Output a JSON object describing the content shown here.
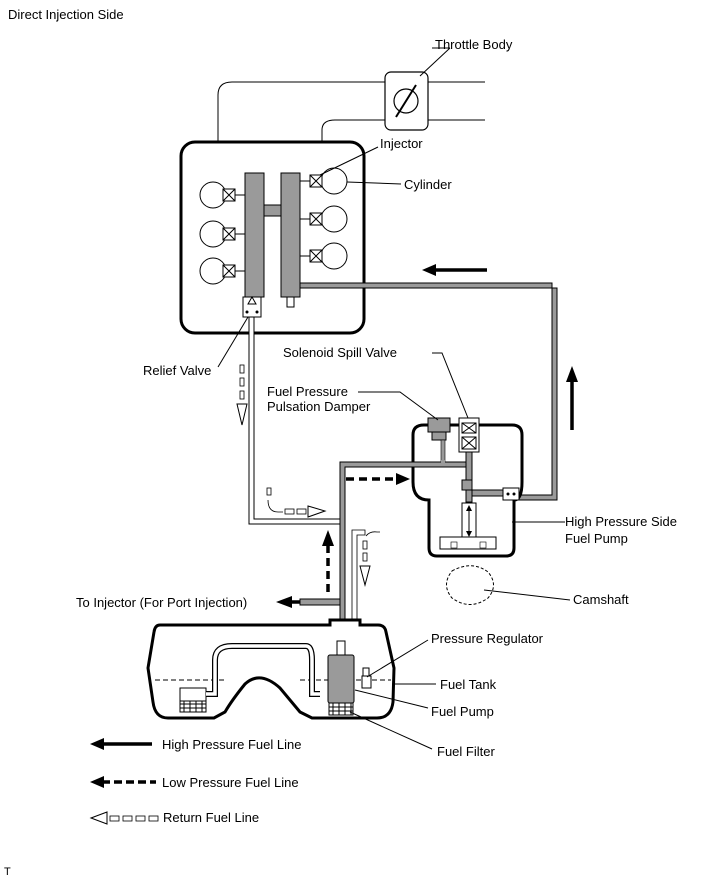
{
  "title": "Direct Injection Side",
  "labels": {
    "throttle_body": "Throttle Body",
    "injector": "Injector",
    "cylinder": "Cylinder",
    "relief_valve": "Relief Valve",
    "solenoid_spill_valve": "Solenoid Spill Valve",
    "fuel_pressure_damper_1": "Fuel Pressure",
    "fuel_pressure_damper_2": "Pulsation Damper",
    "hp_pump_1": "High Pressure Side",
    "hp_pump_2": "Fuel Pump",
    "camshaft": "Camshaft",
    "to_injector": "To Injector (For Port Injection)",
    "pressure_regulator": "Pressure Regulator",
    "fuel_tank": "Fuel Tank",
    "fuel_pump": "Fuel Pump",
    "fuel_filter": "Fuel Filter"
  },
  "legend": [
    {
      "label": "High Pressure Fuel Line",
      "style": "solid"
    },
    {
      "label": "Low Pressure Fuel Line",
      "style": "dashed"
    },
    {
      "label": "Return Fuel Line",
      "style": "hollow"
    }
  ],
  "footer_mark": "T",
  "colors": {
    "pipe_gray": "#9a9a9a",
    "line": "#000000",
    "background": "#ffffff"
  }
}
